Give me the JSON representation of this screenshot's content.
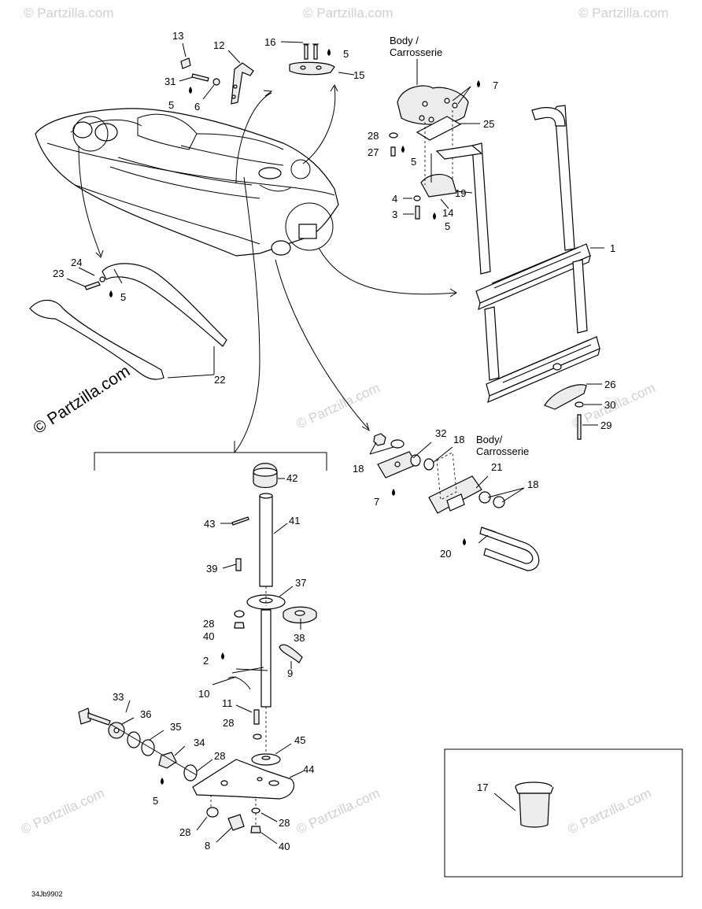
{
  "figure": {
    "code": "34Jb9902",
    "copyright": "© Partzilla.com",
    "watermark": "© Partzilla.com",
    "body_label_1": [
      "Body /",
      "Carrosserie"
    ],
    "body_label_2": [
      "Body/",
      "Carrosserie"
    ]
  },
  "callouts": {
    "c1": "1",
    "c2": "2",
    "c3": "3",
    "c4": "4",
    "c5a": "5",
    "c5b": "5",
    "c5c": "5",
    "c5d": "5",
    "c5e": "5",
    "c5f": "5",
    "c6": "6",
    "c7a": "7",
    "c7b": "7",
    "c8": "8",
    "c9": "9",
    "c10": "10",
    "c11": "11",
    "c12": "12",
    "c13": "13",
    "c14": "14",
    "c15": "15",
    "c16": "16",
    "c17": "17",
    "c18a": "18",
    "c18b": "18",
    "c18c": "18",
    "c19": "19",
    "c20": "20",
    "c21": "21",
    "c22": "22",
    "c23": "23",
    "c24": "24",
    "c25": "25",
    "c26": "26",
    "c27": "27",
    "c28a": "28",
    "c28b": "28",
    "c28c": "28",
    "c28d": "28",
    "c28e": "28",
    "c28f": "28",
    "c29": "29",
    "c30": "30",
    "c31": "31",
    "c32": "32",
    "c33": "33",
    "c34": "34",
    "c35": "35",
    "c36": "36",
    "c37": "37",
    "c38": "38",
    "c39": "39",
    "c40a": "40",
    "c40b": "40",
    "c41": "41",
    "c42": "42",
    "c43": "43",
    "c44": "44",
    "c45": "45"
  }
}
